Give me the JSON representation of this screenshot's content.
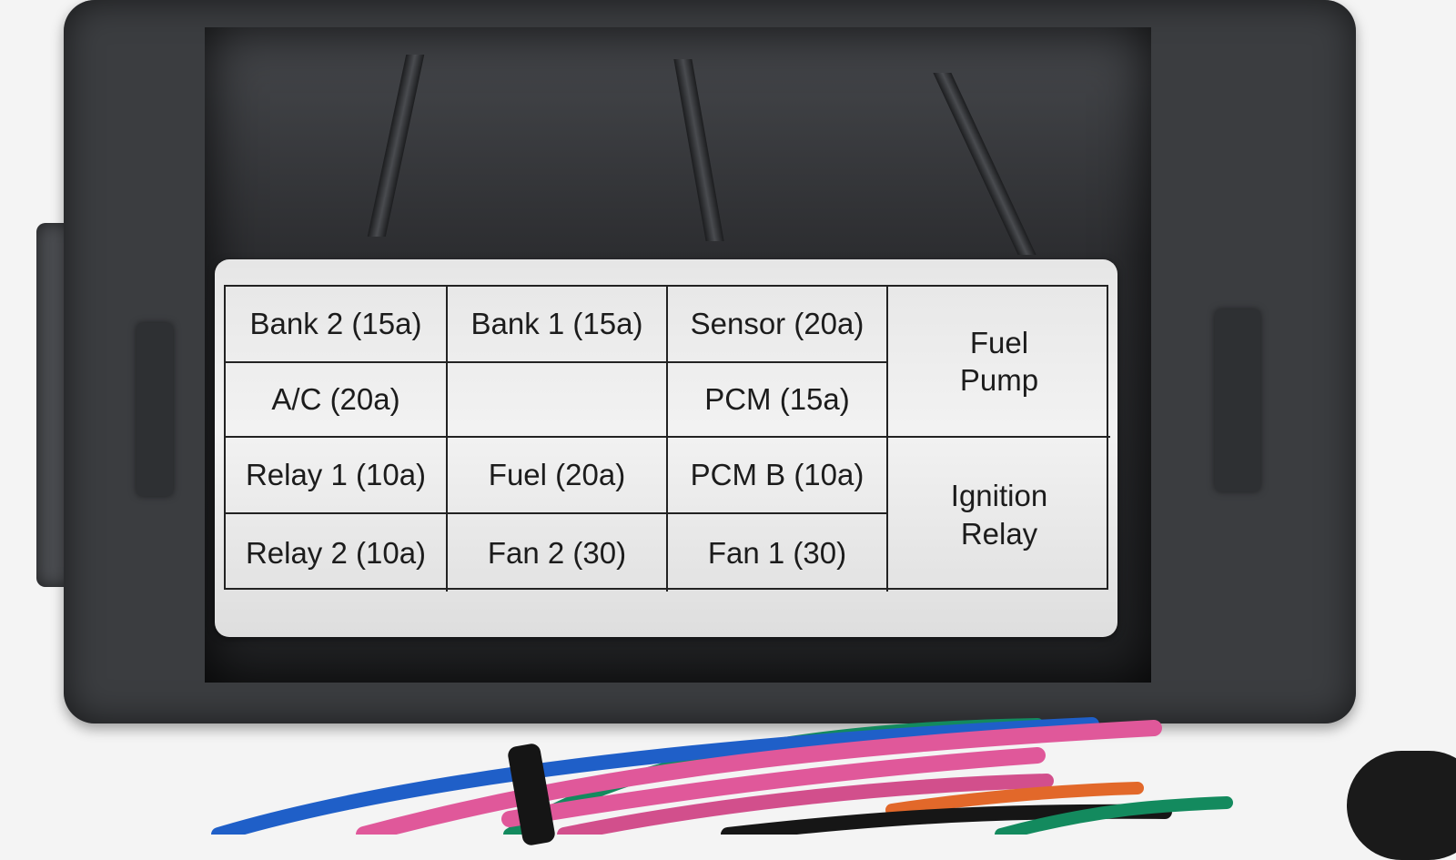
{
  "fuse_label": {
    "cells": [
      "Bank 2 (15a)",
      "Bank 1 (15a)",
      "Sensor (20a)",
      "Fuel Pump",
      "A/C (20a)",
      "",
      "PCM (15a)",
      "Relay 1 (10a)",
      "Fuel (20a)",
      "PCM B (10a)",
      "Ignition Relay",
      "Relay 2 (10a)",
      "Fan 2 (30)",
      "Fan 1 (30)"
    ]
  },
  "colors": {
    "housing": "#3b3d40",
    "label": "#ececec",
    "wire_pink": "#e0589a",
    "wire_blue": "#1f5fc8",
    "wire_green": "#138a5e",
    "wire_orange": "#e2682a",
    "wire_black": "#161616"
  }
}
